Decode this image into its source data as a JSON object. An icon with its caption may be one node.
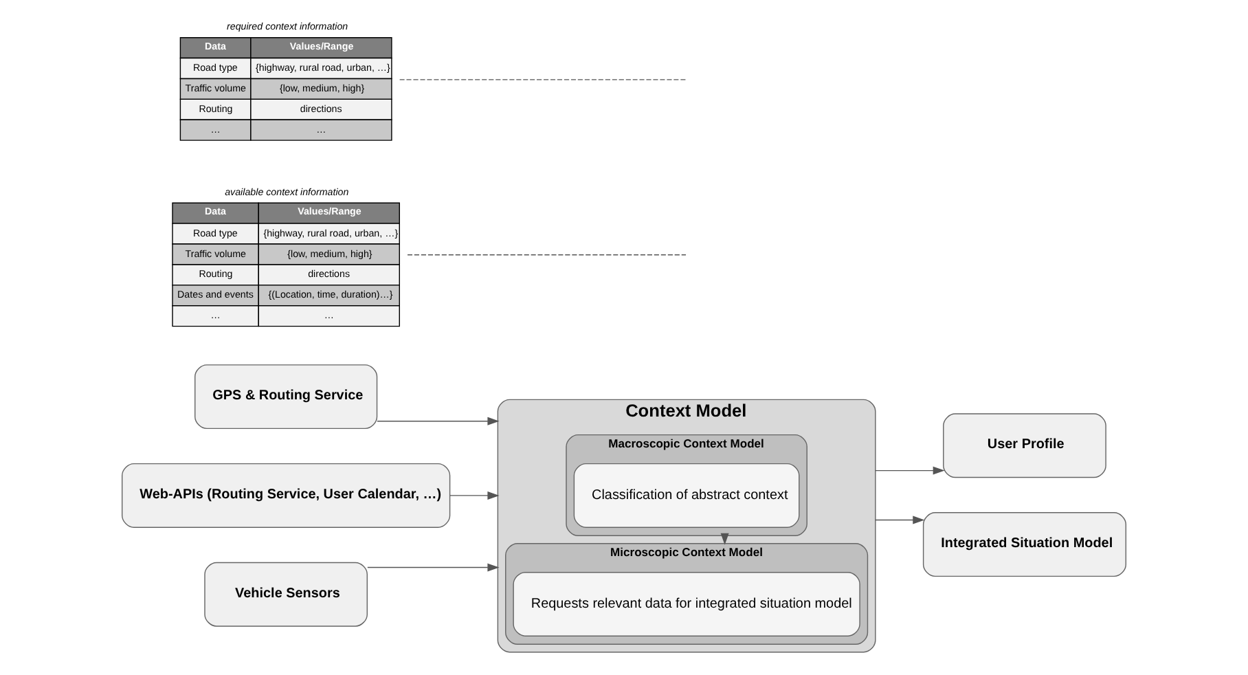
{
  "diagram": {
    "nodes": [
      {
        "text": [
          "GPS & Routing Service"
        ]
      },
      {
        "text": [
          "Web-APIs (Routing Service, User Calendar, …)"
        ]
      },
      {
        "text": [
          "Vehicle Sensors"
        ]
      },
      {
        "text": [
          "Context Model"
        ]
      },
      {
        "text": [
          "Macroscopic Context Model"
        ],
        "in": 3
      },
      {
        "text": [
          "Classification of abstract context"
        ],
        "in": 4
      },
      {
        "text": [
          "Microscopic Context Model"
        ],
        "in": 3
      },
      {
        "text": [
          "Requests relevant data for integrated situation model"
        ],
        "in": 6
      },
      {
        "text": [
          "User Profile"
        ]
      },
      {
        "text": [
          "Integrated Situation Model"
        ]
      },
      {
        "text": [
          "Data",
          "Values/Range",
          "Road type",
          "{highway, rural road, urban, …}",
          "Traffic volume",
          "{low, medium, high}",
          "Routing",
          "directions",
          "Dates and events",
          "{(Location, time, duration)…}",
          "…",
          "…"
        ],
        "beside": [
          "available context information"
        ]
      },
      {
        "text": [
          "Data",
          "Values/Range",
          "Road type",
          "{highway, rural road, urban, …}",
          "Traffic volume",
          "{low, medium, high}",
          "Routing",
          "directions",
          "…",
          "…"
        ],
        "beside": [
          "required context information"
        ]
      }
    ],
    "edges": [
      {
        "from": 0,
        "to": 3,
        "arrow": "to"
      },
      {
        "from": 1,
        "to": 3,
        "arrow": "to"
      },
      {
        "from": 2,
        "to": 3,
        "arrow": "to"
      },
      {
        "from": 3,
        "to": 8,
        "arrow": "to"
      },
      {
        "from": 3,
        "to": 9,
        "arrow": "to"
      },
      {
        "from": 4,
        "to": 6,
        "arrow": "to"
      },
      {
        "from": 10,
        "to": null,
        "arrow": "none",
        "style": "dashed"
      },
      {
        "from": 11,
        "to": null,
        "arrow": "none",
        "style": "dashed"
      }
    ]
  }
}
